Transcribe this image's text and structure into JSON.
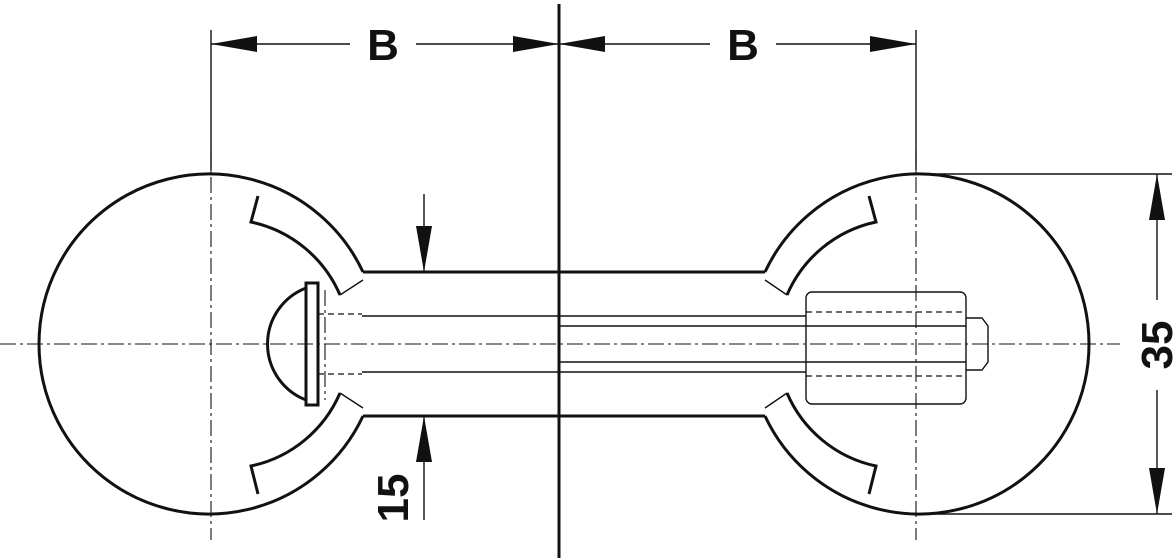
{
  "dimensions": {
    "left_spacing_label": "B",
    "right_spacing_label": "B",
    "sleeve_diameter_label": "15",
    "head_diameter_label": "35"
  },
  "colors": {
    "line": "#111111",
    "background": "#ffffff"
  }
}
